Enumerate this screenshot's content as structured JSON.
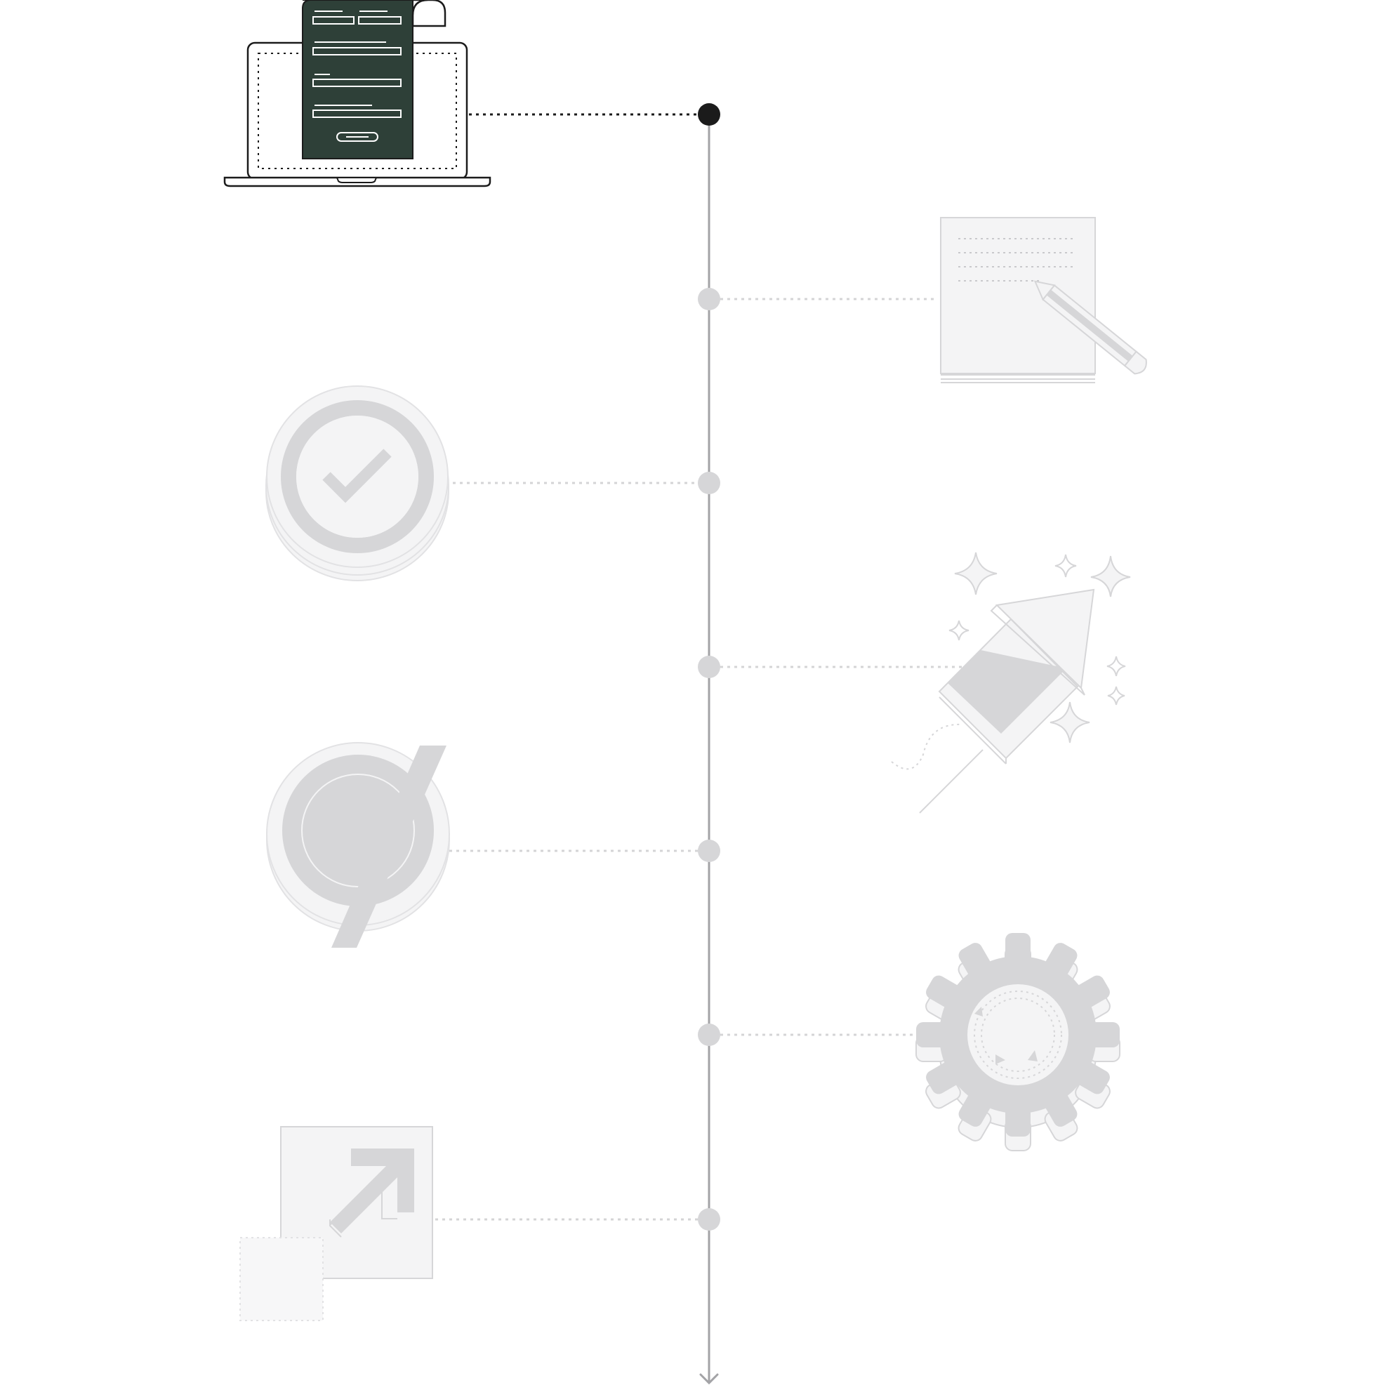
{
  "diagram": {
    "type": "vertical-timeline",
    "orientation": "top-to-bottom",
    "direction_marker": "arrow-down-icon",
    "colors": {
      "active": "#1b1b1b",
      "active_card": "#2e4038",
      "inactive_fill": "#f4f4f5",
      "inactive_mid": "#d6d6d8",
      "inactive_stroke": "#c9c9cc",
      "axis": "#a3a3a6",
      "connector_inactive": "#d4d4d6"
    },
    "steps": [
      {
        "index": 1,
        "state": "active",
        "side": "left",
        "icon": "laptop-form-icon"
      },
      {
        "index": 2,
        "state": "inactive",
        "side": "right",
        "icon": "notepad-pencil-icon"
      },
      {
        "index": 3,
        "state": "inactive",
        "side": "left",
        "icon": "check-coin-icon"
      },
      {
        "index": 4,
        "state": "inactive",
        "side": "right",
        "icon": "rocket-sparkle-icon"
      },
      {
        "index": 5,
        "state": "inactive",
        "side": "left",
        "icon": "coin-slot-icon"
      },
      {
        "index": 6,
        "state": "inactive",
        "side": "right",
        "icon": "gear-icon"
      },
      {
        "index": 7,
        "state": "inactive",
        "side": "left",
        "icon": "expand-arrow-icon"
      }
    ]
  }
}
